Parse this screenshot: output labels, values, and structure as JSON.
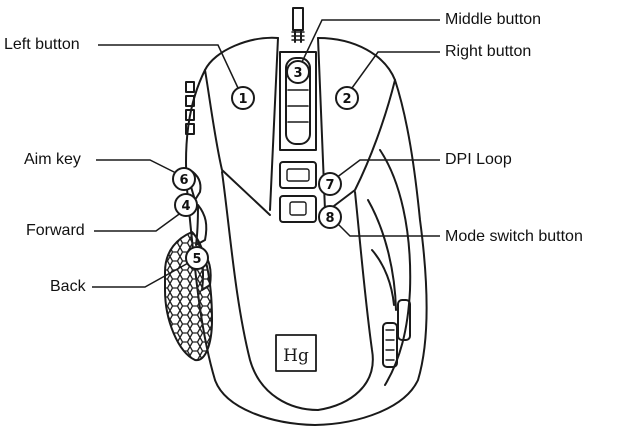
{
  "diagram": {
    "labels": {
      "left_button": "Left button",
      "middle_button": "Middle button",
      "right_button": "Right button",
      "aim_key": "Aim key",
      "forward": "Forward",
      "back": "Back",
      "dpi_loop": "DPI Loop",
      "mode_switch_button": "Mode switch button"
    },
    "callouts": {
      "c1": "1",
      "c2": "2",
      "c3": "3",
      "c4": "4",
      "c5": "5",
      "c6": "6",
      "c7": "7",
      "c8": "8"
    },
    "logo_text": "Hg"
  }
}
